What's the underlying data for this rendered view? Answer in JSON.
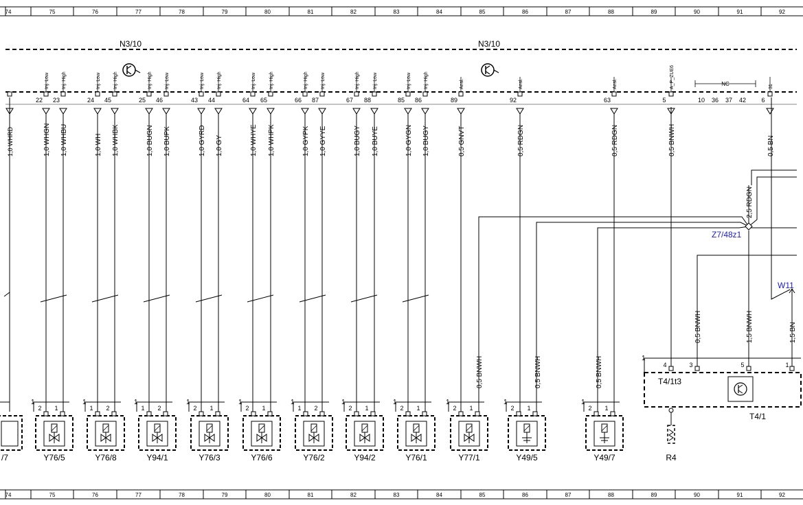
{
  "ruler": {
    "numbers": [
      "74",
      "75",
      "76",
      "77",
      "78",
      "79",
      "80",
      "81",
      "82",
      "83",
      "84",
      "85",
      "86",
      "87",
      "88",
      "89",
      "90",
      "91",
      "92"
    ]
  },
  "control_units": [
    {
      "label": "N3/10"
    },
    {
      "label": "N3/10"
    }
  ],
  "connector_pins": [
    {
      "pin": "22",
      "func": "Inj. Low",
      "wire": "1,0 WHGN"
    },
    {
      "pin": "23",
      "func": "Inj. High",
      "wire": "1,0 WHBU"
    },
    {
      "pin": "24",
      "func": "Inj. Low",
      "wire": "1,0 WH"
    },
    {
      "pin": "45",
      "func": "Inj. High",
      "wire": "1,0 WHBK"
    },
    {
      "pin": "25",
      "func": "Inj. High",
      "wire": "1,0 BUGN"
    },
    {
      "pin": "46",
      "func": "Inj. Low",
      "wire": "1,0 BUPK"
    },
    {
      "pin": "43",
      "func": "Inj. Low",
      "wire": "1,0 GYRD"
    },
    {
      "pin": "44",
      "func": "Inj. High",
      "wire": "1,0 GY"
    },
    {
      "pin": "64",
      "func": "Inj. Low",
      "wire": "1,0 WHYE"
    },
    {
      "pin": "65",
      "func": "Inj. High",
      "wire": "1,0 WHPK"
    },
    {
      "pin": "66",
      "func": "Inj. High",
      "wire": "1,0 GYPK"
    },
    {
      "pin": "87",
      "func": "Inj. Low",
      "wire": "1,0 GYYE"
    },
    {
      "pin": "67",
      "func": "Inj. High",
      "wire": "1,0 BUGY"
    },
    {
      "pin": "88",
      "func": "Inj. Low",
      "wire": "1,0 BUYE"
    },
    {
      "pin": "85",
      "func": "Inj. Low",
      "wire": "1,0 GYGN"
    },
    {
      "pin": "86",
      "func": "Inj. High",
      "wire": "1,0 BUGY"
    },
    {
      "pin": "89",
      "func": "Ansl.",
      "wire": "0,5 GNVT"
    },
    {
      "pin": "92",
      "func": "Ansl.",
      "wire": "0,5 RDGN"
    },
    {
      "pin": "63",
      "func": "Ansl.",
      "wire": "0,5 RDGN"
    },
    {
      "pin": "5",
      "func": "A_P_ZUE6",
      "wire": "0,5 BNWH"
    },
    {
      "pin": "6",
      "func": "31",
      "wire": "0,5 BN"
    }
  ],
  "edge_wire": {
    "label": "1,0 WHRD"
  },
  "nc_group": {
    "label": "NC",
    "pins": [
      "10",
      "36",
      "37",
      "42"
    ]
  },
  "components": [
    {
      "label": "Y76/5",
      "pins": [
        "2",
        "1"
      ],
      "lead": "1",
      "symbol": "valve"
    },
    {
      "label": "Y76/8",
      "pins": [
        "1",
        "2"
      ],
      "lead": "1",
      "symbol": "valve"
    },
    {
      "label": "Y94/1",
      "pins": [
        "1",
        "2"
      ],
      "lead": "1",
      "symbol": "valve"
    },
    {
      "label": "Y76/3",
      "pins": [
        "2",
        "1"
      ],
      "lead": "1",
      "symbol": "valve"
    },
    {
      "label": "Y76/6",
      "pins": [
        "2",
        "1"
      ],
      "lead": "1",
      "symbol": "valve"
    },
    {
      "label": "Y76/2",
      "pins": [
        "1",
        "2"
      ],
      "lead": "1",
      "symbol": "valve"
    },
    {
      "label": "Y94/2",
      "pins": [
        "2",
        "1"
      ],
      "lead": "1",
      "symbol": "valve"
    },
    {
      "label": "Y76/1",
      "pins": [
        "2",
        "1"
      ],
      "lead": "1",
      "symbol": "valve"
    },
    {
      "label": "Y77/1",
      "pins": [
        "2",
        "1"
      ],
      "lead": "1",
      "symbol": "valve"
    },
    {
      "label": "Y49/5",
      "pins": [
        "2",
        "1"
      ],
      "lead": "1",
      "symbol": "solenoid"
    },
    {
      "label": "Y49/7",
      "pins": [
        "2",
        "1"
      ],
      "lead": "1",
      "symbol": "solenoid"
    }
  ],
  "partial_component": {
    "label": "/7"
  },
  "lower_wires": {
    "y77_feed": "0,5 BNWH",
    "y495_feed": "0,5 BNWH",
    "y497_feed": "0,5 BNWH",
    "t4_pin3": "0,5 BNWH",
    "t4_pin5": "1,5 BNWH",
    "t4_right": "1,5 BN",
    "splice_rdgn": "2,5 RDGN"
  },
  "splice": {
    "label": "Z7/48z1"
  },
  "ground": {
    "label": "W11"
  },
  "module_t4": {
    "label": "T4/1",
    "sub": "T4/1t3",
    "lead": "1",
    "pins": [
      "4",
      "3",
      "5",
      "1"
    ]
  },
  "r4": {
    "label": "R4"
  }
}
